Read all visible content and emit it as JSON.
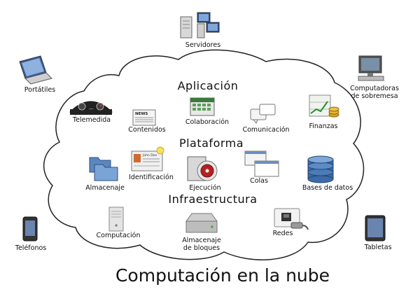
{
  "title": "Computación en la nube",
  "sections": {
    "aplicacion": "Aplicación",
    "plataforma": "Plataforma",
    "infraestructura": "Infraestructura"
  },
  "devices": {
    "servidores": "Servidores",
    "portatiles": "Portátiles",
    "computadoras_line1": "Computadoras",
    "computadoras_line2": "de sobremesa",
    "telefonos": "Teléfonos",
    "tabletas": "Tabletas"
  },
  "aplicacion_items": {
    "telemedida": "Telemedida",
    "contenidos": "Contenidos",
    "colaboracion": "Colaboración",
    "comunicacion": "Comunicación",
    "finanzas": "Finanzas"
  },
  "plataforma_items": {
    "almacenaje": "Almacenaje",
    "identificacion": "Identificación",
    "ejecucion": "Ejecución",
    "colas": "Colas",
    "bases_datos": "Bases de datos"
  },
  "infraestructura_items": {
    "computacion": "Computación",
    "almacenaje_bloques_line1": "Almacenaje",
    "almacenaje_bloques_line2": "de bloques",
    "redes": "Redes"
  },
  "icon_text": {
    "news": "NEWS",
    "john_doe": "John Doe"
  }
}
